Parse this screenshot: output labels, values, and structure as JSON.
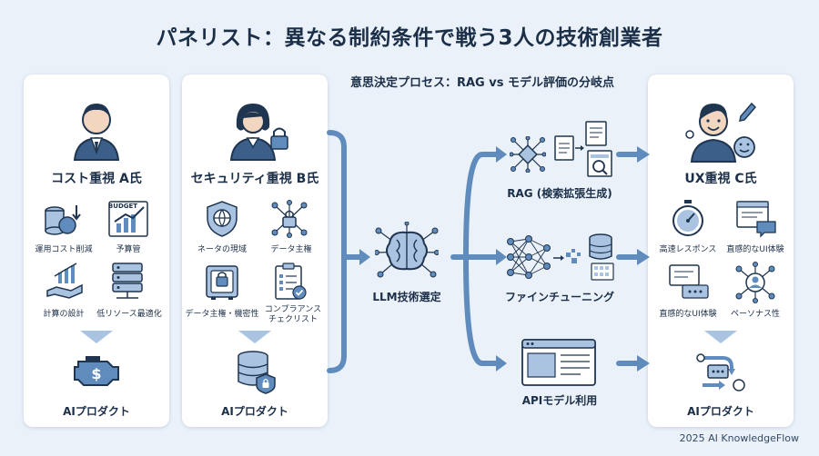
{
  "title": "パネリスト：異なる制約条件で戦う3人の技術創業者",
  "subtitle": "意思決定プロセス：RAG vs モデル評価の分岐点",
  "founders": {
    "a": {
      "name": "コスト重視 A氏",
      "items": [
        "運用コスト削減",
        "予算管",
        "計算の設計",
        "低リソース最適化"
      ],
      "budget_label": "BUDGET",
      "product": "AIプロダクト"
    },
    "b": {
      "name": "セキュリティ重視 B氏",
      "items": [
        "ネータの現域",
        "データ主権",
        "データ主権・機密性",
        "コンプラアンス\nチェクリスト"
      ],
      "product": "AIプロダクト"
    },
    "c": {
      "name": "UX重視 C氏",
      "items": [
        "高速レスポンス",
        "直感的なUI体験",
        "直感的なUI体験",
        "ペーソナス性"
      ],
      "product": "AIプロダクト"
    }
  },
  "flow": {
    "center": "LLM技術選定",
    "rag": "RAG (検索拡張生成)",
    "finetune": "ファインチューニング",
    "api": "APIモデル利用"
  },
  "footer": "2025 AI KnowledgeFlow",
  "colors": {
    "dark": "#1f3550",
    "mid": "#4f79a8",
    "light": "#a9c3e0",
    "bg": "#eaf1f9",
    "arrow": "#5f8cbc"
  }
}
